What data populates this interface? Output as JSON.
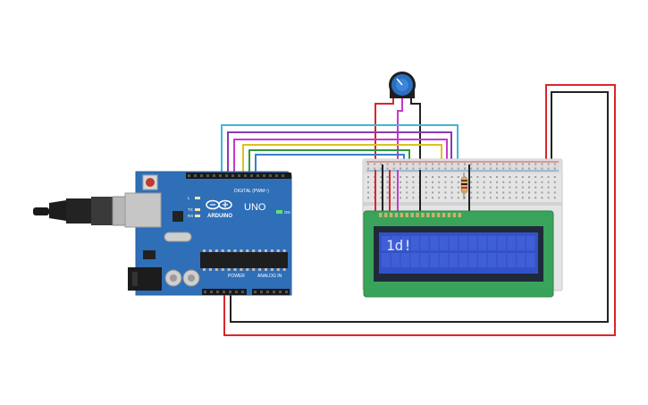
{
  "arduino": {
    "brand": "ARDUINO",
    "model": "UNO",
    "digital_label": "DIGITAL (PWM~)",
    "analog_label": "ANALOG IN",
    "power_label": "POWER",
    "on_label": "ON",
    "tx_label": "TX",
    "rx_label": "RX",
    "l_label": "L"
  },
  "lcd": {
    "text": "1d!"
  },
  "colors": {
    "board": "#2f6fb7",
    "breadboard": "#e4e4e4",
    "lcd_pcb": "#3aa35b",
    "lcd_screen": "#3452c8",
    "wire_red": "#d9262b",
    "wire_black": "#222222",
    "wire_cyan": "#3fb8d8",
    "wire_purple": "#8b3ab0",
    "wire_magenta": "#c53ac9",
    "wire_yellow": "#d9c321",
    "wire_green": "#2e9b3a",
    "wire_blue": "#3a7fc8",
    "potentiometer": "#2a6fc2"
  }
}
